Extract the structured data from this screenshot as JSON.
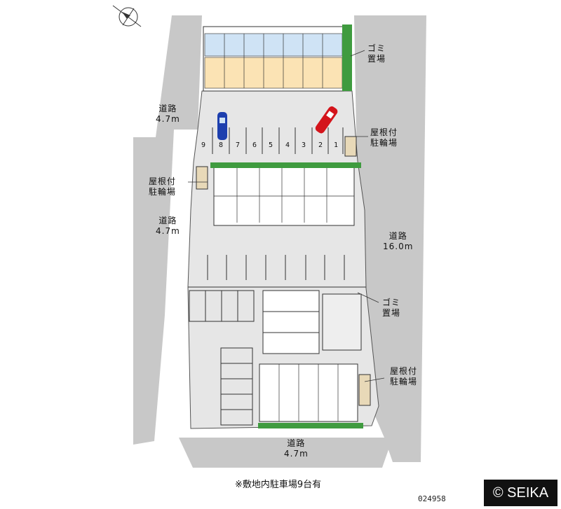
{
  "labels": {
    "road_top_left": "道路\n4.7m",
    "road_mid_left": "道路\n4.7m",
    "road_right": "道路\n16.0m",
    "road_bottom": "道路\n4.7m",
    "garbage_top": "ゴミ\n置場",
    "garbage_mid": "ゴミ\n置場",
    "bike_top_right": "屋根付\n駐輪場",
    "bike_left": "屋根付\n駐輪場",
    "bike_bottom_right": "屋根付\n駐輪場"
  },
  "parking_numbers": [
    "9",
    "8",
    "7",
    "6",
    "5",
    "4",
    "3",
    "2",
    "1"
  ],
  "note": "※敷地内駐車場9台有",
  "code": "024958",
  "brand": "© SEIKA",
  "colors": {
    "road": "#c8c8c8",
    "lot": "#e9e9e9",
    "room_blue": "#cfe3f5",
    "room_orange": "#fbe3b4",
    "green": "#3f9b3f",
    "car_blue": "#1d3fae",
    "car_red": "#d4141b"
  },
  "icons": [
    "compass-icon",
    "car-icon",
    "bicycle-rack-icon"
  ]
}
